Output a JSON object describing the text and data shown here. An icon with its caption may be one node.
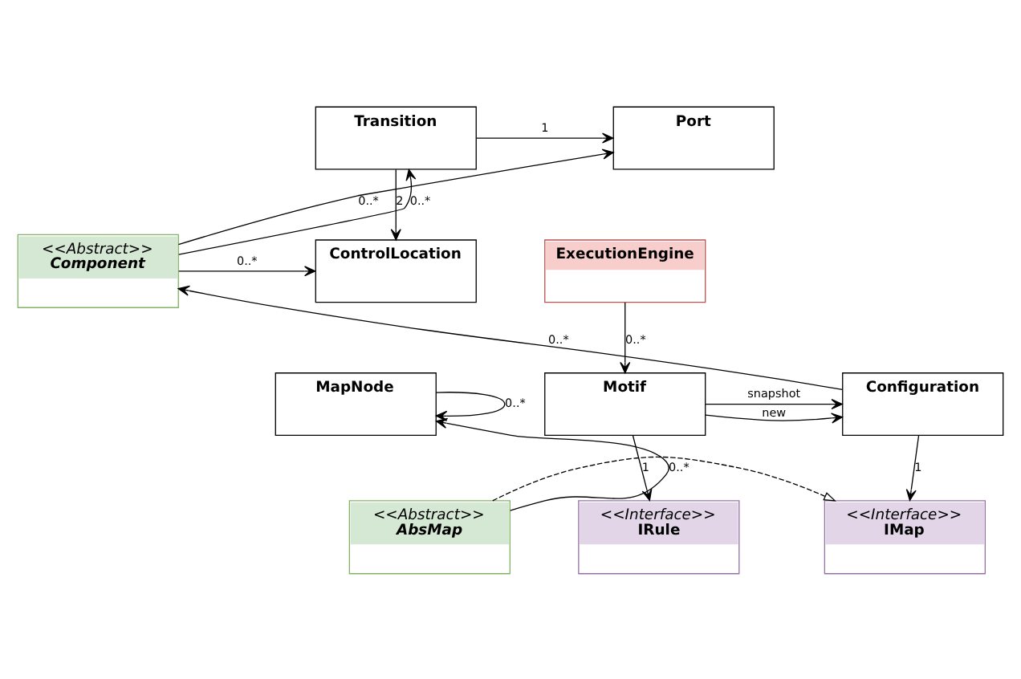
{
  "diagram": {
    "nodes": [
      {
        "text": [
          "Port"
        ]
      },
      {
        "text": [
          "Transition"
        ]
      },
      {
        "text": [
          "ExecutionEngine"
        ]
      },
      {
        "text": [
          "<<Abstract>>",
          "Component"
        ]
      },
      {
        "text": [
          "ControlLocation"
        ]
      },
      {
        "text": [
          "Motif"
        ]
      },
      {
        "text": [
          "Configuration"
        ]
      },
      {
        "text": [
          "MapNode"
        ]
      },
      {
        "text": [
          "<<Interface>>",
          "IRule"
        ]
      },
      {
        "text": [
          "<<Interface>>",
          "IMap"
        ]
      },
      {
        "text": [
          "<<Abstract>>",
          "AbsMap"
        ]
      }
    ],
    "edges": [
      {
        "from": 1,
        "to": 0,
        "arrow": "to",
        "label": "1"
      },
      {
        "from": 3,
        "to": 0,
        "arrow": "to",
        "label": "0..*"
      },
      {
        "from": 3,
        "to": 1,
        "arrow": "to",
        "label": "0..*"
      },
      {
        "from": 1,
        "to": 4,
        "arrow": "to",
        "label": "2"
      },
      {
        "from": 3,
        "to": 4,
        "arrow": "to",
        "label": "0..*"
      },
      {
        "from": 2,
        "to": 5,
        "arrow": "to",
        "label": "0..*"
      },
      {
        "from": 6,
        "to": 3,
        "arrow": "to",
        "label": "0..*"
      },
      {
        "from": 5,
        "to": 6,
        "arrow": "to",
        "label": "new"
      },
      {
        "from": 5,
        "to": 6,
        "arrow": "to",
        "label": "snapshot"
      },
      {
        "from": 7,
        "to": 7,
        "arrow": "to",
        "label": "0..*"
      },
      {
        "from": 5,
        "to": 8,
        "arrow": "to",
        "label": "1"
      },
      {
        "from": 6,
        "to": 9,
        "arrow": "to",
        "label": "1"
      },
      {
        "from": 10,
        "to": 7,
        "arrow": "to",
        "label": "0..*"
      },
      {
        "from": 10,
        "to": 9,
        "arrow": "to",
        "style": "dashed"
      }
    ]
  }
}
